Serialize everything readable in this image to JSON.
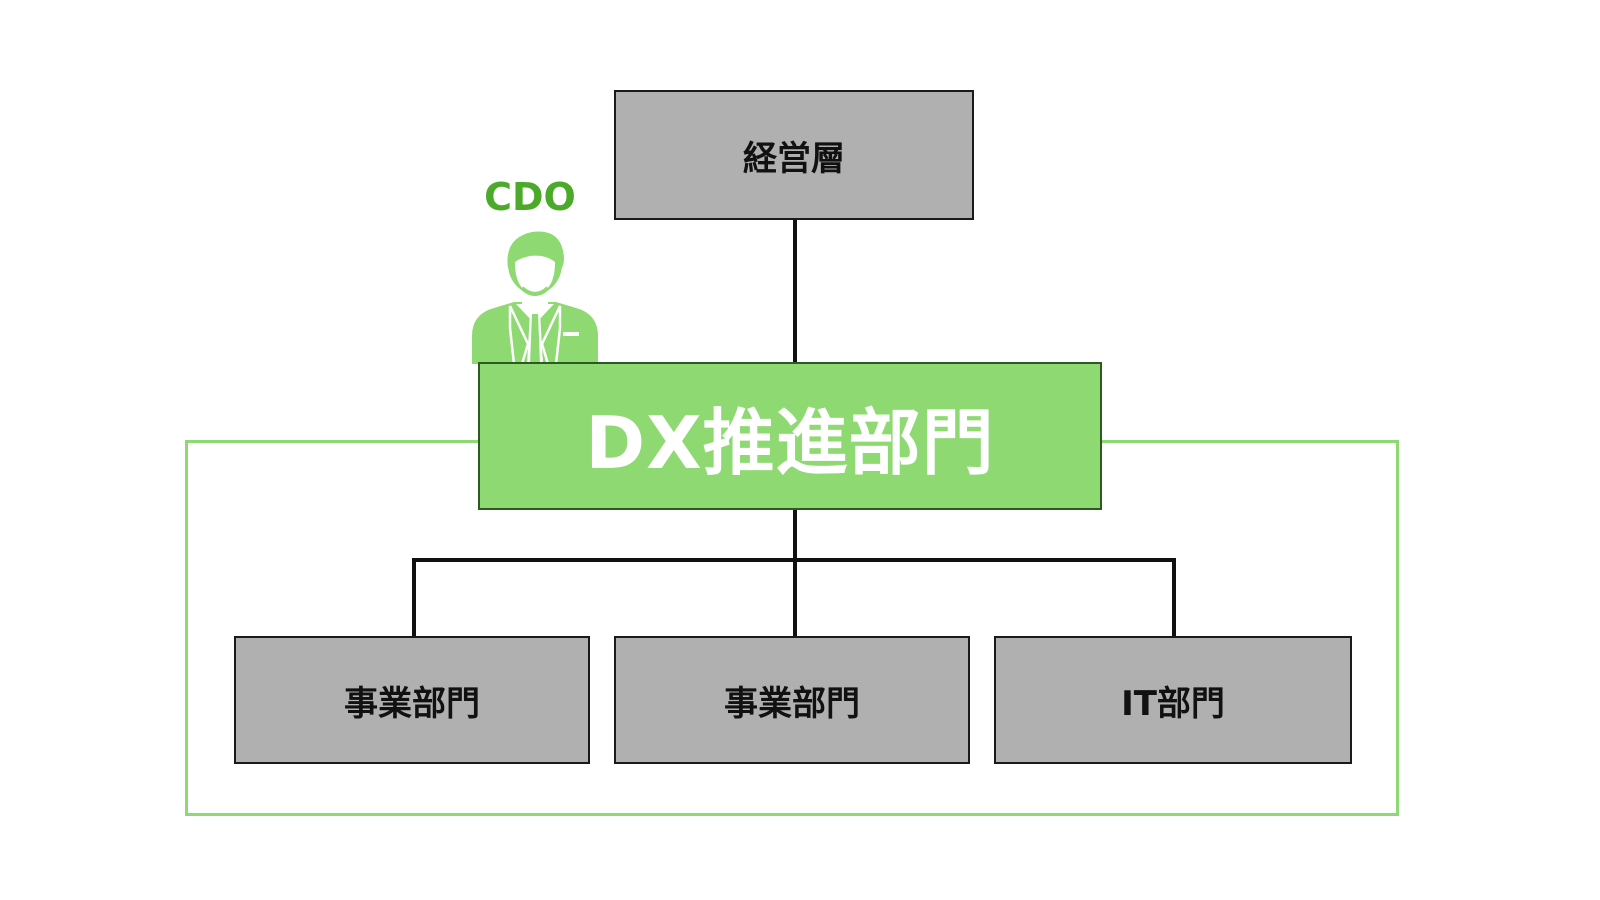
{
  "diagram": {
    "top_node": {
      "label": "経営層"
    },
    "dx_node": {
      "label": "DX推進部門"
    },
    "cdo": {
      "label": "CDO",
      "icon": "person-icon"
    },
    "children": [
      {
        "label": "事業部門"
      },
      {
        "label": "事業部門"
      },
      {
        "label": "IT部門"
      }
    ]
  },
  "colors": {
    "accent_green": "#8ed972",
    "label_green": "#4caa2a",
    "node_gray": "#b0b0b0",
    "line": "#111111"
  }
}
